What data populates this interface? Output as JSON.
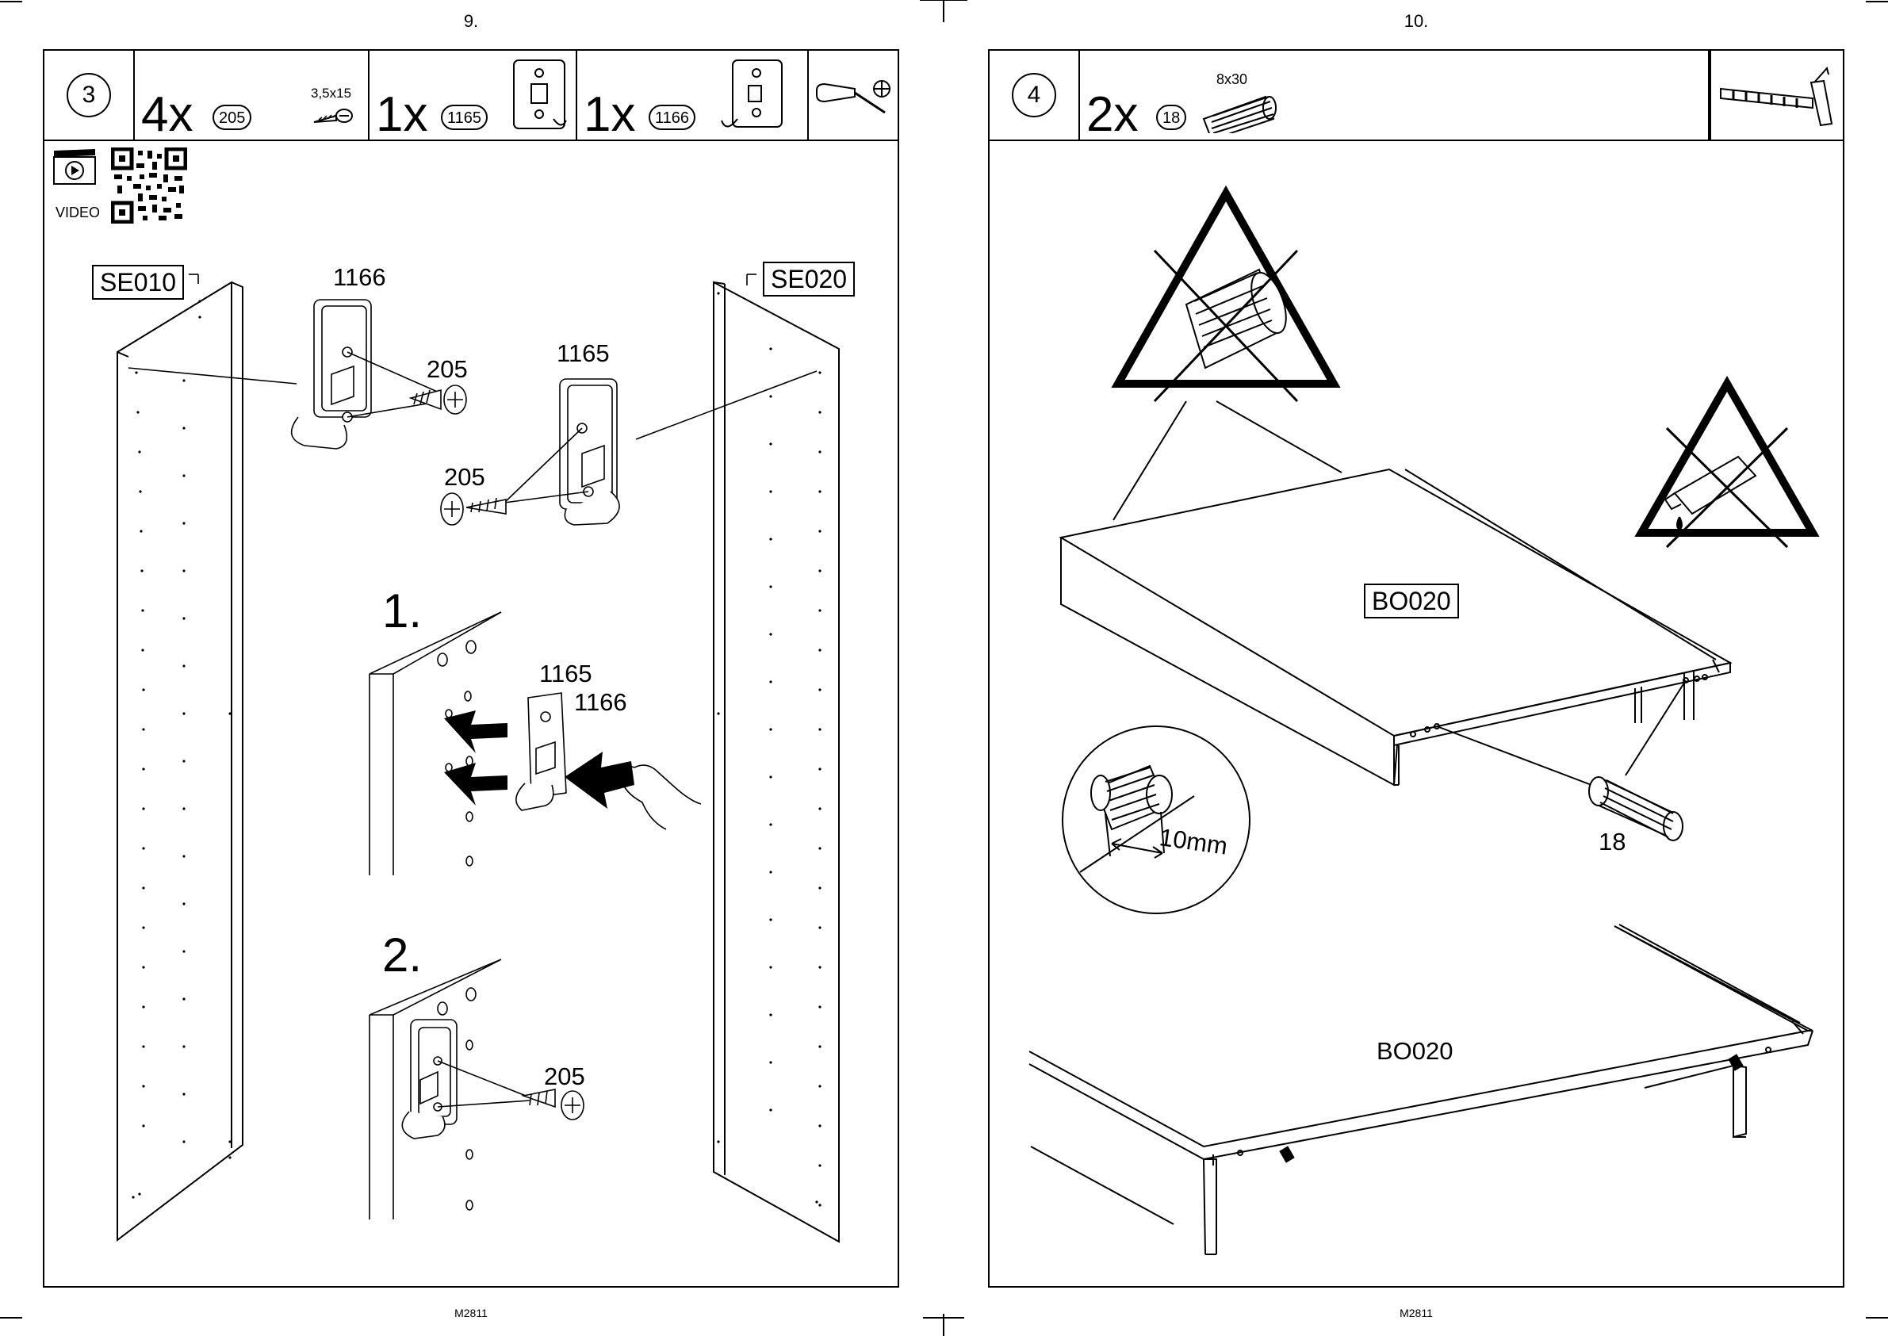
{
  "left_page": {
    "page_number": "9.",
    "model_code": "M2811",
    "step_number": "3",
    "parts": [
      {
        "qty": "4x",
        "part_id": "205",
        "size": "3,5x15"
      },
      {
        "qty": "1x",
        "part_id": "1165"
      },
      {
        "qty": "1x",
        "part_id": "1166"
      }
    ],
    "tool_icon": "phillips-screwdriver-icon",
    "video_label": "VIDEO",
    "panel_labels": [
      "SE010",
      "SE020"
    ],
    "callouts": {
      "c1166": "1166",
      "c205a": "205",
      "c1165": "1165",
      "c205b": "205",
      "sub1_1165": "1165",
      "sub1_1166": "1166",
      "sub2_205": "205"
    },
    "substeps": [
      "1.",
      "2."
    ]
  },
  "right_page": {
    "page_number": "10.",
    "model_code": "M2811",
    "step_number": "4",
    "parts": [
      {
        "qty": "2x",
        "part_id": "18",
        "size": "8x30"
      }
    ],
    "tool_icon": "hammer-icon",
    "panel_labels": [
      "BO020",
      "BO020"
    ],
    "dowel_label": "18",
    "measure": "10mm"
  }
}
